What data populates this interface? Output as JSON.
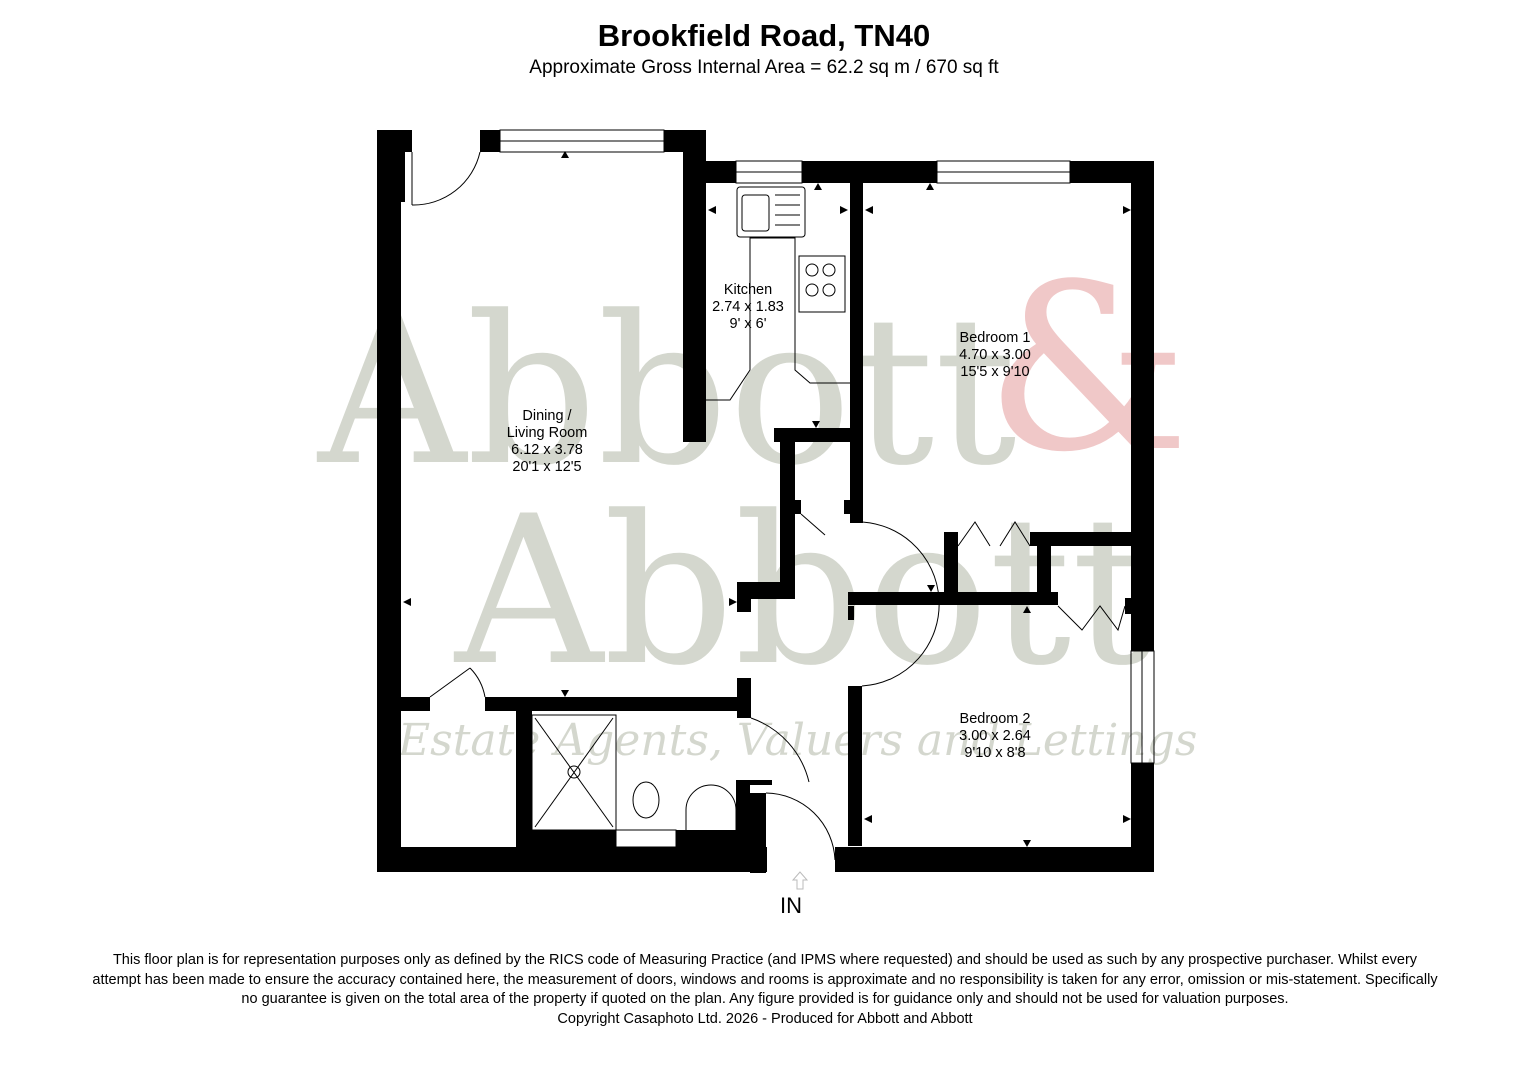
{
  "header": {
    "title": "Brookfield Road, TN40",
    "subtitle": "Approximate Gross Internal Area = 62.2 sq m / 670 sq ft"
  },
  "watermark": {
    "line1": "Abbott",
    "ampersand": "&",
    "line2": "Abbott",
    "tagline": "Estate Agents, Valuers and Lettings",
    "text_color": "#d4d7ce",
    "ampersand_color": "#f0c8c8"
  },
  "rooms": [
    {
      "name": "Kitchen",
      "metric": "2.74 x 1.83",
      "imperial": "9' x 6'"
    },
    {
      "name": "Bedroom 1",
      "metric": "4.70 x 3.00",
      "imperial": "15'5 x 9'10"
    },
    {
      "name_line1": "Dining /",
      "name_line2": "Living Room",
      "metric": "6.12 x 3.78",
      "imperial": "20'1 x 12'5"
    },
    {
      "name": "Bedroom 2",
      "metric": "3.00 x 2.64",
      "imperial": "9'10 x 8'8"
    }
  ],
  "entrance_label": "IN",
  "footer": {
    "disclaimer": "This floor plan is for representation purposes only as defined by the RICS code of Measuring Practice (and IPMS where requested) and should be used as such by any prospective purchaser. Whilst every attempt has been made to ensure the accuracy contained here, the measurement of doors, windows and rooms is approximate and no responsibility is taken for any error, omission or mis-statement. Specifically no guarantee is given on the total area of the property if quoted on the plan. Any figure provided is for guidance only and should not be used for valuation purposes.",
    "copyright": "Copyright Casaphoto Ltd. 2026 - Produced for Abbott and Abbott"
  }
}
